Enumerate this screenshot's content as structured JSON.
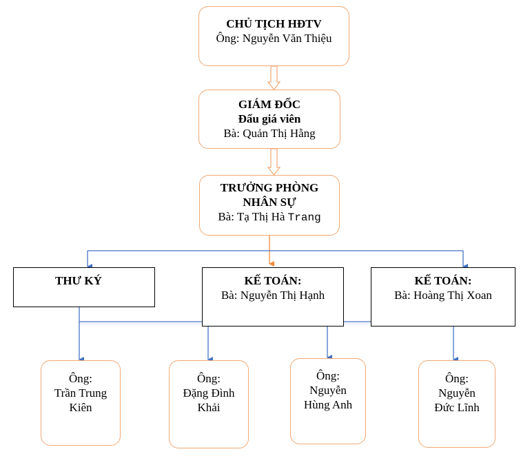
{
  "chairman": {
    "title": "CHỦ TỊCH HĐTV",
    "name": "Ông: Nguyễn Văn Thiệu"
  },
  "director": {
    "title": "GIÁM ĐỐC",
    "subtitle": "Đấu giá viên",
    "name": "Bà: Quản Thị Hằng"
  },
  "hr_head": {
    "title_line1": "TRƯỞNG PHÒNG",
    "title_line2": "NHÂN SỰ",
    "name_prefix": "Bà: Tạ Thị Hà",
    "name_suffix": "Trang"
  },
  "secretary": {
    "title": "THƯ KÝ"
  },
  "accountant_1": {
    "title": "KẾ TOÁN:",
    "name": "Bà: Nguyễn Thị Hạnh"
  },
  "accountant_2": {
    "title": "KẾ TOÁN:",
    "name": "Bà: Hoàng Thị Xoan"
  },
  "staff": [
    {
      "line1": "Ông:",
      "line2": "Trần Trung",
      "line3": "Kiên"
    },
    {
      "line1": "Ông:",
      "line2": "Đặng Đình",
      "line3": "Khải"
    },
    {
      "line1": "Ông:",
      "line2": "Nguyễn",
      "line3": "Hùng Anh"
    },
    {
      "line1": "Ông:",
      "line2": "Nguyễn",
      "line3": "Đức Lĩnh"
    }
  ],
  "colors": {
    "orange_border": "#f0a875",
    "orange_line": "#f08a3c",
    "blue_line": "#4472c4"
  }
}
